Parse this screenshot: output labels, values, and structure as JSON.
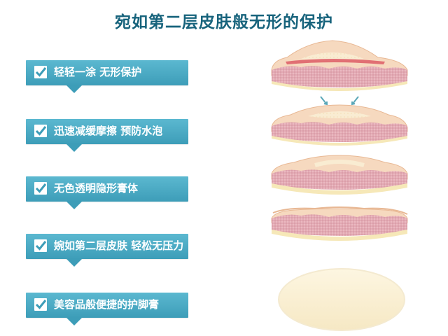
{
  "title": "宛如第二层皮肤般无形的保护",
  "steps": [
    {
      "label": "轻轻一涂 无形保护"
    },
    {
      "label": "迅速减缓摩擦 预防水泡"
    },
    {
      "label": "无色透明隐形膏体"
    },
    {
      "label": "婉如第二层皮肤 轻松无压力"
    },
    {
      "label": "美容品般便捷的护脚膏"
    }
  ],
  "colors": {
    "title": "#17637c",
    "step_background": "#3d9db8",
    "step_text": "#ffffff",
    "skin_outer": "#f2c9a6",
    "skin_dermis": "#d99aa8",
    "skin_base": "#f6e8b8",
    "blister_fluid": "#f9ecd2",
    "pointer_arrows": "#5aa7b8"
  },
  "icons": {
    "checkmark": "check-icon"
  }
}
